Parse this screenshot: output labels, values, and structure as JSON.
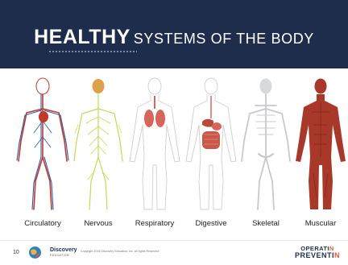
{
  "header": {
    "title_bold": "HEALTHY",
    "title_rest": "SYSTEMS OF THE BODY"
  },
  "systems": [
    {
      "label": "Circulatory",
      "icon": "circulatory-system-figure"
    },
    {
      "label": "Nervous",
      "icon": "nervous-system-figure"
    },
    {
      "label": "Respiratory",
      "icon": "respiratory-system-figure"
    },
    {
      "label": "Digestive",
      "icon": "digestive-system-figure"
    },
    {
      "label": "Skeletal",
      "icon": "skeletal-system-figure"
    },
    {
      "label": "Muscular",
      "icon": "muscular-system-figure"
    }
  ],
  "footer": {
    "page_number": "10",
    "brand": "Discovery",
    "brand_sub": "EDUCATION",
    "copyright": "Copyright 2019 Discovery Education, Inc. All rights Reserved.",
    "logo_line1": "OPERATI",
    "logo_line1_end": "N",
    "logo_line2": "PREVENTI",
    "logo_line2_end": "N"
  },
  "colors": {
    "header_bg": "#1f2d4d",
    "artery": "#c0392b",
    "vein": "#2e5aa8",
    "nerve": "#c9d65a",
    "muscle": "#a8392a",
    "bone": "#d7d9dc",
    "organ": "#d9655a"
  }
}
